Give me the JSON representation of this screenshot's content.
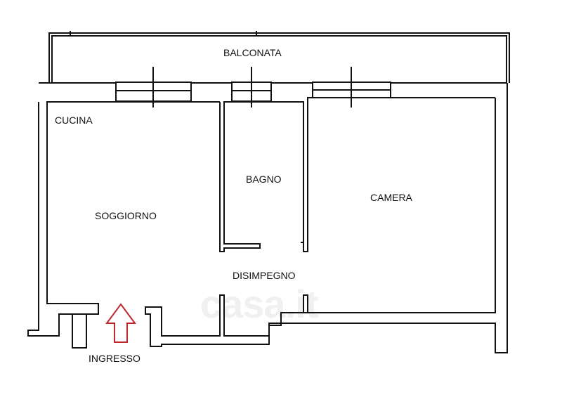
{
  "rooms": {
    "balcony": "BALCONATA",
    "kitchen": "CUCINA",
    "living": "SOGGIORNO",
    "bathroom": "BAGNO",
    "bedroom": "CAMERA",
    "hallway": "DISIMPEGNO",
    "entrance": "INGRESSO"
  },
  "watermark": "casa.it",
  "colors": {
    "walls": "#111111",
    "entrance_arrow": "#c0272d"
  }
}
